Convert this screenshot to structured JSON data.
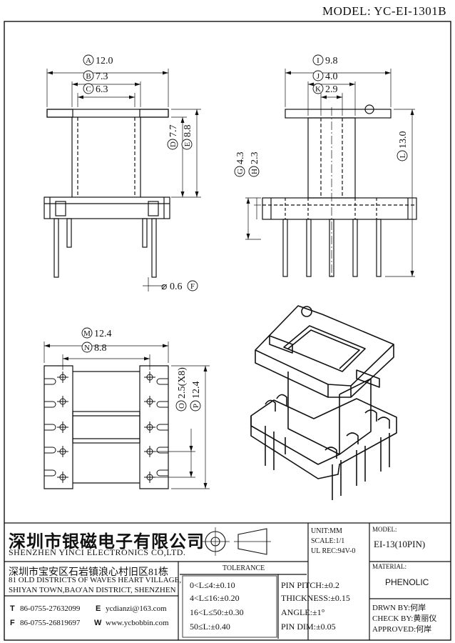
{
  "header": {
    "model_title": "MODEL: YC-EI-1301B"
  },
  "dimensions": {
    "A": "12.0",
    "B": "7.3",
    "C": "6.3",
    "D": "7.7",
    "E": "8.8",
    "F": "0.6",
    "G": "4.3",
    "H": "2.3",
    "I": "9.8",
    "J": "4.0",
    "K": "2.9",
    "L": "13.0",
    "M": "12.4",
    "N": "8.8",
    "O": "2.5(X8)",
    "P": "12.4"
  },
  "dim_letters": {
    "A": "A",
    "B": "B",
    "C": "C",
    "D": "D",
    "E": "E",
    "F": "F",
    "G": "G",
    "H": "H",
    "I": "I",
    "J": "J",
    "K": "K",
    "L": "L",
    "M": "M",
    "N": "N",
    "O": "O",
    "P": "P"
  },
  "diameter_symbol": "⌀",
  "title_block": {
    "company_cn": "深圳市银磁电子有限公司",
    "company_en": "SHENZHEN YINCI ELECTRONICS CO,LTD.",
    "address_cn": "深圳市宝安区石岩镇浪心村旧区81栋",
    "address_en_1": "81 OLD DISTRICTS OF WAVES HEART VILLAGE,",
    "address_en_2": "SHIYAN TOWN,BAO'AN DISTRICT, SHENZHEN",
    "tel_label": "T",
    "tel": "86-0755-27632099",
    "email_label": "E",
    "email": "ycdianzi@163.com",
    "fax_label": "F",
    "fax": "86-0755-26819697",
    "web_label": "W",
    "web": "www.ycbobbin.com",
    "unit": "UNIT:MM",
    "scale": "SCALE:1/1",
    "ul": "UL REC:94V-0",
    "model_label": "MODEL:",
    "model_value": "EI-13(10PIN)",
    "tolerance_title": "TOLERANCE",
    "tol_1": "0<L≤4:±0.10",
    "tol_2": "4<L≤16:±0.20",
    "tol_3": "16<L≤50:±0.30",
    "tol_4": "50≤L:±0.40",
    "pin_pitch": "PIN PITCH:±0.2",
    "thickness": "THICKNESS:±0.15",
    "angle": "ANGLE:±1°",
    "pin_dim": "PIN DIM:±0.05",
    "material_label": "MATERIAL:",
    "material_value": "PHENOLIC",
    "drwn_by": "DRWN BY:何岸",
    "check_by": "CHECK BY:黄丽仪",
    "approved": "APPROVED:何岸"
  }
}
